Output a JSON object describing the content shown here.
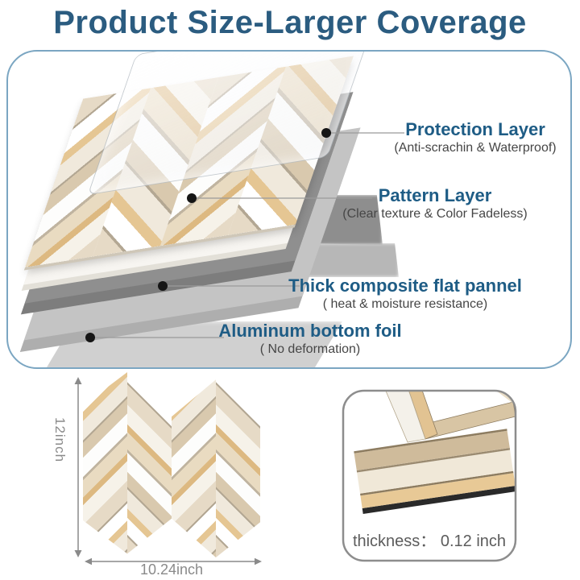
{
  "title": "Product Size-Larger Coverage",
  "layers": [
    {
      "name": "Protection Layer",
      "desc": "(Anti-scrachin & Waterproof)"
    },
    {
      "name": "Pattern Layer",
      "desc": "(Clear texture & Color Fadeless)"
    },
    {
      "name": "Thick composite flat pannel",
      "desc": "( heat & moisture resistance)"
    },
    {
      "name": "Aluminum bottom foil",
      "desc": "( No deformation)"
    }
  ],
  "dimensions": {
    "height_label": "12inch",
    "width_label": "10.24inch",
    "thickness_text": "thickness： 0.12 inch"
  },
  "palette": {
    "title_color": "#2b5c80",
    "label_color": "#1e5c85",
    "sub_color": "#464646",
    "box_border": "#7ba6c2",
    "detail_border": "#8d8d8d",
    "dim_color": "#8a8a8a",
    "thickness_color": "#5c5c5c",
    "line_color": "#9a9a9a",
    "dot_color": "#151515",
    "slab_dark": "#8f8f8f",
    "slab_light": "#c4c4c4",
    "shadow_dark": "#8e8e8e",
    "shadow_mid": "#b7b7b7",
    "shadow_light": "#d0d0d0",
    "gold": "#e8c996",
    "chevron_stops": [
      {
        "c": "#e6dac6",
        "w": 18
      },
      {
        "c": "#b3a793",
        "w": 2
      },
      {
        "c": "#ffffff",
        "w": 15
      },
      {
        "c": "#e5c693",
        "w": 8
      },
      {
        "c": "#f0e9dc",
        "w": 17
      },
      {
        "c": "#b3a793",
        "w": 2
      },
      {
        "c": "#d9c9ae",
        "w": 13
      },
      {
        "c": "#fdfdfc",
        "w": 17
      },
      {
        "c": "#c0b4a0",
        "w": 3
      },
      {
        "c": "#e9dbc1",
        "w": 15
      },
      {
        "c": "#ddb981",
        "w": 7
      },
      {
        "c": "#f6f2e9",
        "w": 17
      }
    ]
  }
}
